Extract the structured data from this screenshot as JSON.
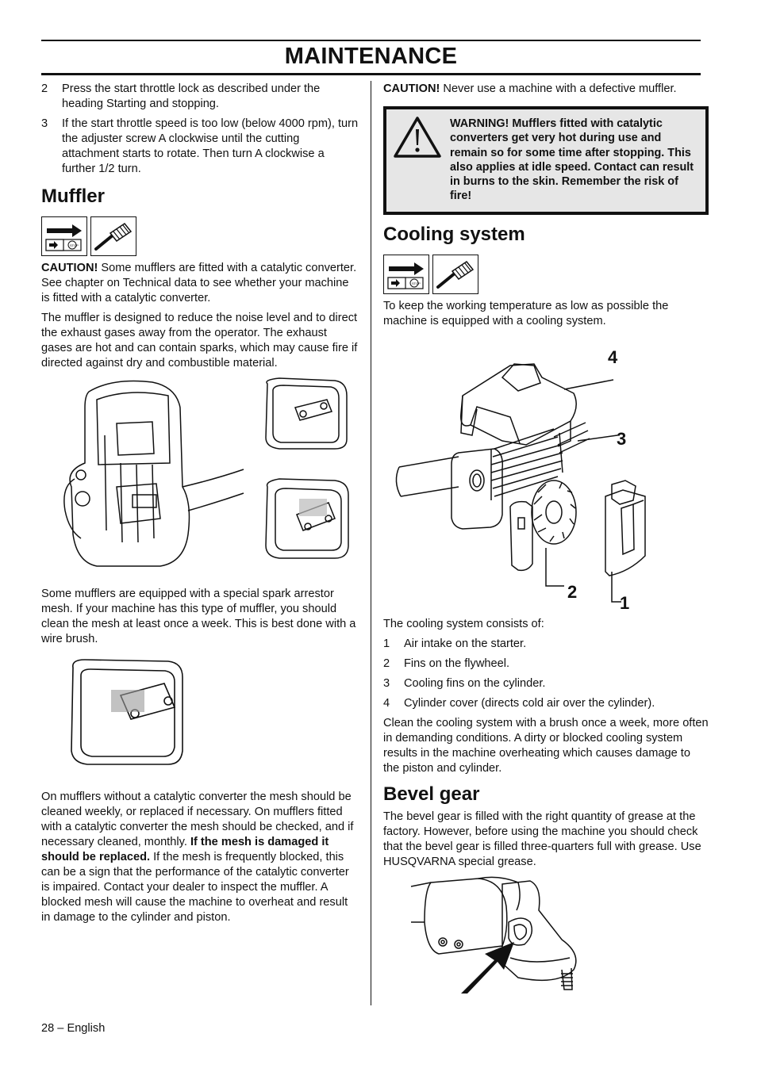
{
  "header": {
    "title": "MAINTENANCE"
  },
  "left": {
    "steps": [
      {
        "num": "2",
        "text": "Press the start throttle lock as described under the heading Starting and stopping."
      },
      {
        "num": "3",
        "text": "If the start throttle speed is too low (below 4000 rpm), turn the adjuster screw A clockwise until the cutting attachment starts to rotate. Then turn A clockwise a further 1/2 turn."
      }
    ],
    "muffler_heading": "Muffler",
    "caution_label": "CAUTION!",
    "caution_text": " Some mufflers are fitted with a catalytic converter. See chapter on Technical data to see whether your machine is fitted with a catalytic converter.",
    "para1": "The muffler is designed to reduce the noise level and to direct the exhaust gases away from the operator. The exhaust gases are hot and can contain sparks, which may cause fire if directed against dry and combustible material.",
    "para2": " Some mufflers are equipped with a special spark arrestor mesh. If your machine has this type of muffler, you should clean the mesh at least once a week. This is best done with a wire brush.",
    "para3_a": " On mufflers without a catalytic converter the mesh should be cleaned weekly, or replaced if necessary. On mufflers fitted with a catalytic converter the mesh should be checked, and if necessary cleaned, monthly. ",
    "para3_bold": "If the mesh is damaged it should be replaced.",
    "para3_b": " If the mesh is frequently blocked, this can be a sign that the performance of the catalytic converter is impaired. Contact your dealer to inspect the muffler. A blocked mesh will cause the machine to overheat and result in damage to the cylinder and piston."
  },
  "right": {
    "caution_label": "CAUTION!",
    "caution_text": " Never use a machine with a defective muffler.",
    "warning_text": "WARNING! Mufflers fitted with catalytic converters get very hot during use and remain so for some time after stopping. This also applies at idle speed. Contact can result in burns to the skin. Remember the risk of fire!",
    "cooling_heading": "Cooling system",
    "cooling_intro": "To keep the working temperature as low as possible the machine is equipped with a cooling system.",
    "callouts": [
      "4",
      "3",
      "2",
      "1"
    ],
    "consists_of": "The cooling system consists of:",
    "components": [
      {
        "num": "1",
        "text": "Air intake on the starter."
      },
      {
        "num": "2",
        "text": "Fins on the flywheel."
      },
      {
        "num": "3",
        "text": "Cooling fins on the cylinder."
      },
      {
        "num": "4",
        "text": "Cylinder cover (directs cold air over the cylinder)."
      }
    ],
    "cooling_clean": "Clean the cooling system with a brush once a week, more often in demanding conditions. A dirty or blocked cooling system results in the machine overheating which causes damage to the piston and cylinder.",
    "bevel_heading": "Bevel gear",
    "bevel_text": "The bevel gear is filled with the right quantity of grease at the factory. However, before using the machine you should check that the bevel gear is filled three-quarters full with grease. Use HUSQVARNA special grease."
  },
  "footer": {
    "page": "28 – English"
  }
}
